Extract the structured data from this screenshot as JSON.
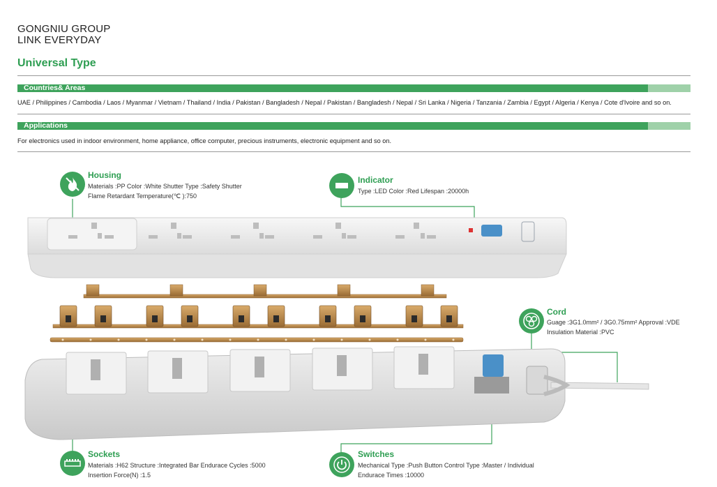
{
  "brand": {
    "line1": "GONGNIU GROUP",
    "line2": "LINK EVERYDAY"
  },
  "section_title": "Universal Type",
  "countries": {
    "heading": "Countries& Areas",
    "text": "UAE / Philippines / Cambodia / Laos / Myanmar / Vietnam / Thailand / India / Pakistan / Bangladesh / Nepal / Pakistan / Bangladesh / Nepal / Sri Lanka / Nigeria / Tanzania / Zambia / Egypt / Algeria / Kenya / Cote d'Ivoire and so on."
  },
  "applications": {
    "heading": "Applications",
    "text": "For electronics used in indoor environment, home appliance, office computer, precious instruments, electronic equipment and so on."
  },
  "callouts": {
    "housing": {
      "title": "Housing",
      "line1": "Materials :PP    Color :White    Shutter Type :Safety Shutter",
      "line2": "Flame Retardant Temperature(℃ ):750",
      "icon": "flame-icon"
    },
    "indicator": {
      "title": "Indicator",
      "line1": "Type :LED     Color :Red    Lifespan :20000h",
      "icon": "indicator-icon"
    },
    "cord": {
      "title": "Cord",
      "line1": "Guage :3G1.0mm² / 3G0.75mm²    Approval :VDE",
      "line2": "Insulation Material :PVC",
      "icon": "cord-icon"
    },
    "sockets": {
      "title": "Sockets",
      "line1": "Materials :H62    Structure :Integrated Bar    Endurace Cycles :5000",
      "line2": "Insertion Force(N) :1.5",
      "icon": "socket-bar-icon"
    },
    "switches": {
      "title": "Switches",
      "line1": "Mechanical Type :Push Button    Control Type :Master / Individual",
      "line2": "Endurace Times :10000",
      "icon": "power-icon"
    }
  },
  "colors": {
    "accent": "#3ea35c",
    "accent_light": "#9fd1a9",
    "switch_blue": "#4a90c8",
    "brass": "#b98a4e"
  }
}
